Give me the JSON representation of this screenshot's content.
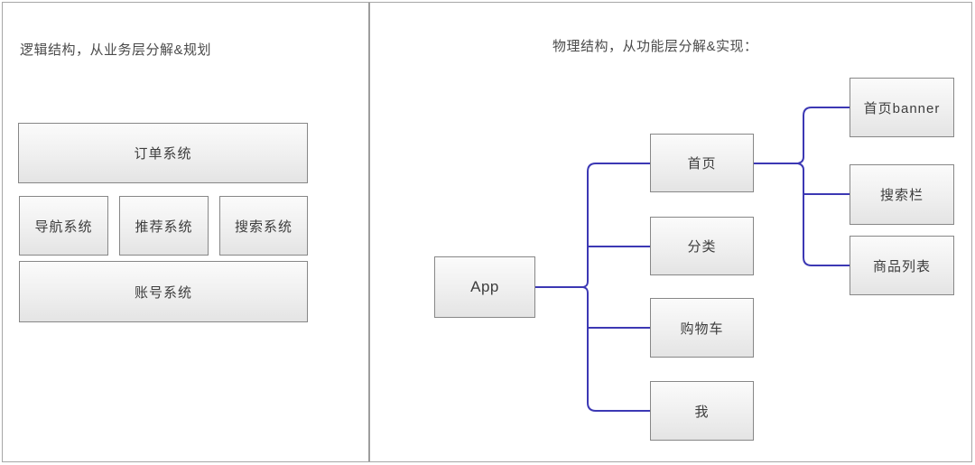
{
  "left_panel": {
    "title": "逻辑结构，从业务层分解&规划",
    "rows": {
      "top": "订单系统",
      "middle": [
        "导航系统",
        "推荐系统",
        "搜索系统"
      ],
      "bottom": "账号系统"
    }
  },
  "right_panel": {
    "title": "物理结构，从功能层分解&实现：",
    "tree": {
      "root": "App",
      "root_children": [
        "首页",
        "分类",
        "购物车",
        "我"
      ],
      "home_children": [
        "首页banner",
        "搜索栏",
        "商品列表"
      ]
    }
  },
  "colors": {
    "connector_blue": "#3c38b4",
    "box_border": "#878787",
    "box_fill_top": "#fbfbfb",
    "box_fill_bottom": "#e4e4e4",
    "frame_gray": "#a6a6a6",
    "text": "#3d3d3d"
  }
}
